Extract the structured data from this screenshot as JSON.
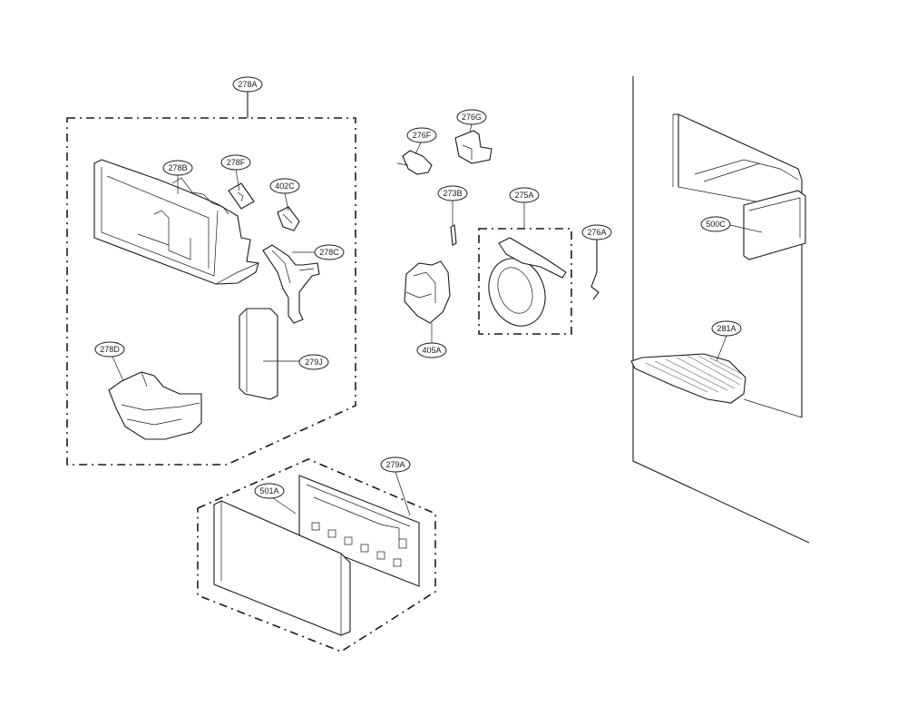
{
  "labels": {
    "p278A": "278A",
    "p278B": "278B",
    "p278F": "278F",
    "p402C": "402C",
    "p278C": "278C",
    "p279J": "279J",
    "p278D": "278D",
    "p276F": "276F",
    "p276G": "276G",
    "p273B": "273B",
    "p275A": "275A",
    "p276A": "276A",
    "p405A": "405A",
    "p500C": "500C",
    "p281A": "281A",
    "p279A": "279A",
    "p501A": "501A"
  }
}
